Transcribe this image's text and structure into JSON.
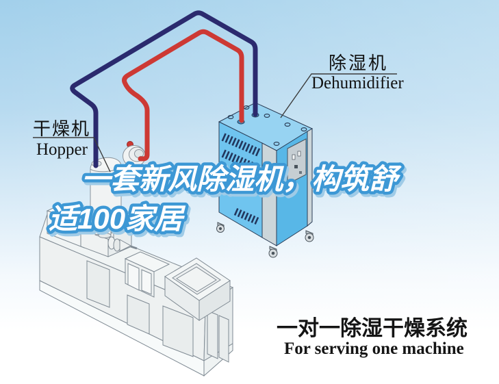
{
  "illustration": {
    "hopper_label": {
      "zh": "干燥机",
      "en": "Hopper"
    },
    "dehumidifier_label": {
      "zh": "除湿机",
      "en": "Dehumidifier"
    },
    "headline": {
      "line1": "一套新风除湿机，构筑舒",
      "line2": "适100家居"
    },
    "caption": {
      "zh": "一对一除湿干燥系统",
      "en": "For serving one machine"
    },
    "colors": {
      "sky_top": "#a2d0eb",
      "supply_pipe_red": "#cd3934",
      "return_pipe_navy": "#2b2a6e",
      "machine_blue_front": "#6fc4ef",
      "machine_blue_top": "#97d3f2",
      "machine_blue_side": "#58b7e7",
      "extruder_gray": "#eef1f1",
      "headline_fill": "#ffffff",
      "headline_outline": "#3d98d5",
      "headline_shadow": "#9fcbe7",
      "label_text": "#111111"
    }
  }
}
